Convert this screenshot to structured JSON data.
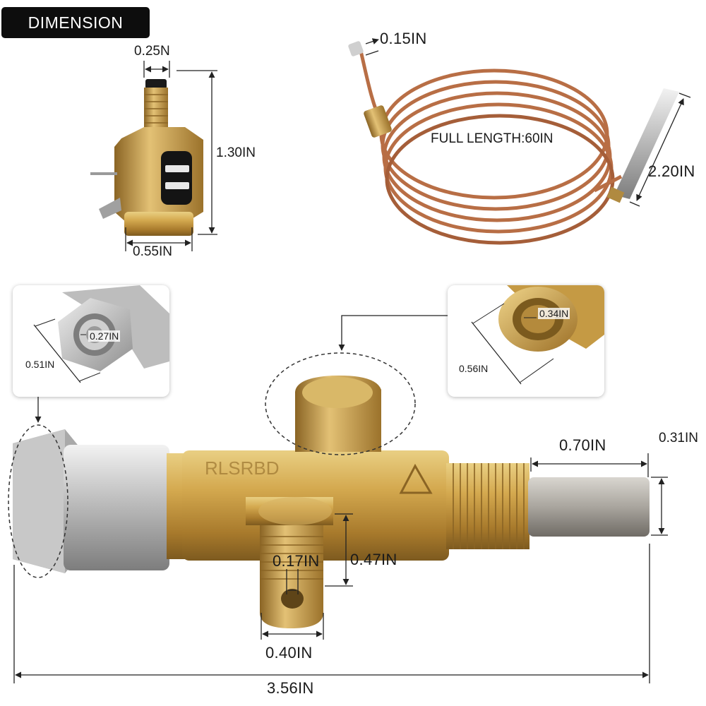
{
  "header": {
    "title": "DIMENSION"
  },
  "colors": {
    "brass": "#c9a24b",
    "copper": "#b86e45",
    "steel": "#b7b7b7",
    "title_bg": "#0d0d0d",
    "line": "#222222"
  },
  "labels": {
    "igniter_width": "0.25N",
    "igniter_height": "1.30IN",
    "igniter_base": "0.55IN",
    "tip_diameter": "0.15IN",
    "full_length": "FULL LENGTH:60IN",
    "probe_length": "2.20IN",
    "nut_inner": "0.27IN",
    "nut_outer": "0.51IN",
    "port_inner": "0.34IN",
    "port_outer": "0.56IN",
    "stem_length": "0.70IN",
    "stem_diameter": "0.31IN",
    "inlet_inner": "0.17IN",
    "inlet_height": "0.47IN",
    "inlet_width": "0.40IN",
    "overall_length": "3.56IN"
  }
}
